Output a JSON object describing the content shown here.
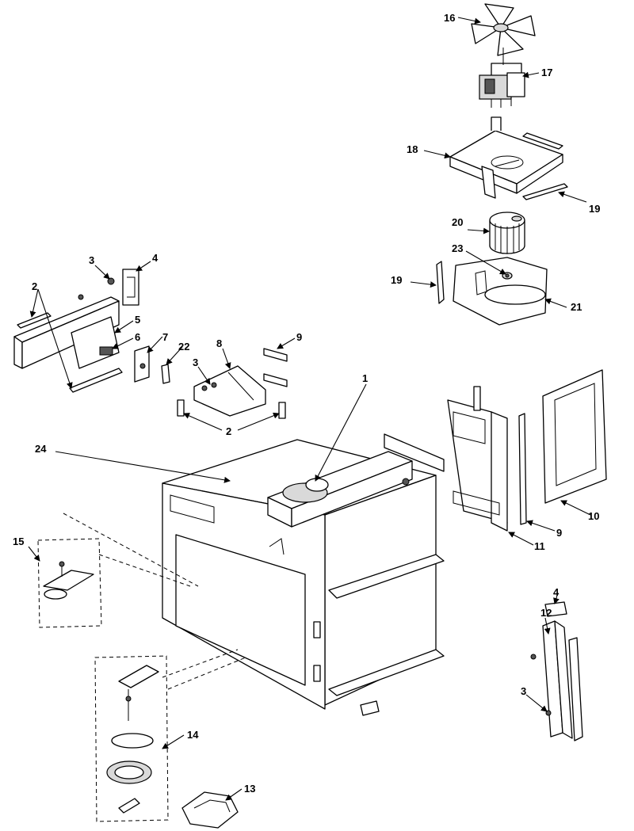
{
  "callouts": {
    "c1": "1",
    "c2a": "2",
    "c2b": "2",
    "c3a": "3",
    "c3b": "3",
    "c3c": "3",
    "c4a": "4",
    "c4b": "4",
    "c5": "5",
    "c6": "6",
    "c7": "7",
    "c8": "8",
    "c9a": "9",
    "c9b": "9",
    "c10": "10",
    "c11": "11",
    "c12": "12",
    "c13": "13",
    "c14": "14",
    "c15": "15",
    "c16": "16",
    "c17": "17",
    "c18": "18",
    "c19a": "19",
    "c19b": "19",
    "c20": "20",
    "c21": "21",
    "c22": "22",
    "c23": "23",
    "c24": "24"
  },
  "colors": {
    "line": "#000000",
    "background": "#ffffff",
    "shade": "#d9d9d9"
  }
}
